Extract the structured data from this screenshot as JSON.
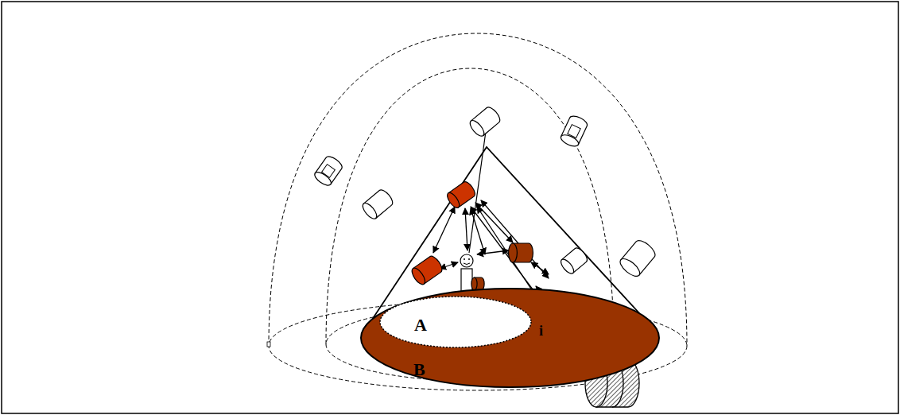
{
  "diagram": {
    "nodes": [
      {
        "text": [
          "B"
        ]
      },
      {
        "text": [
          "A"
        ],
        "in": 0
      }
    ],
    "labels": [
      "i"
    ]
  }
}
